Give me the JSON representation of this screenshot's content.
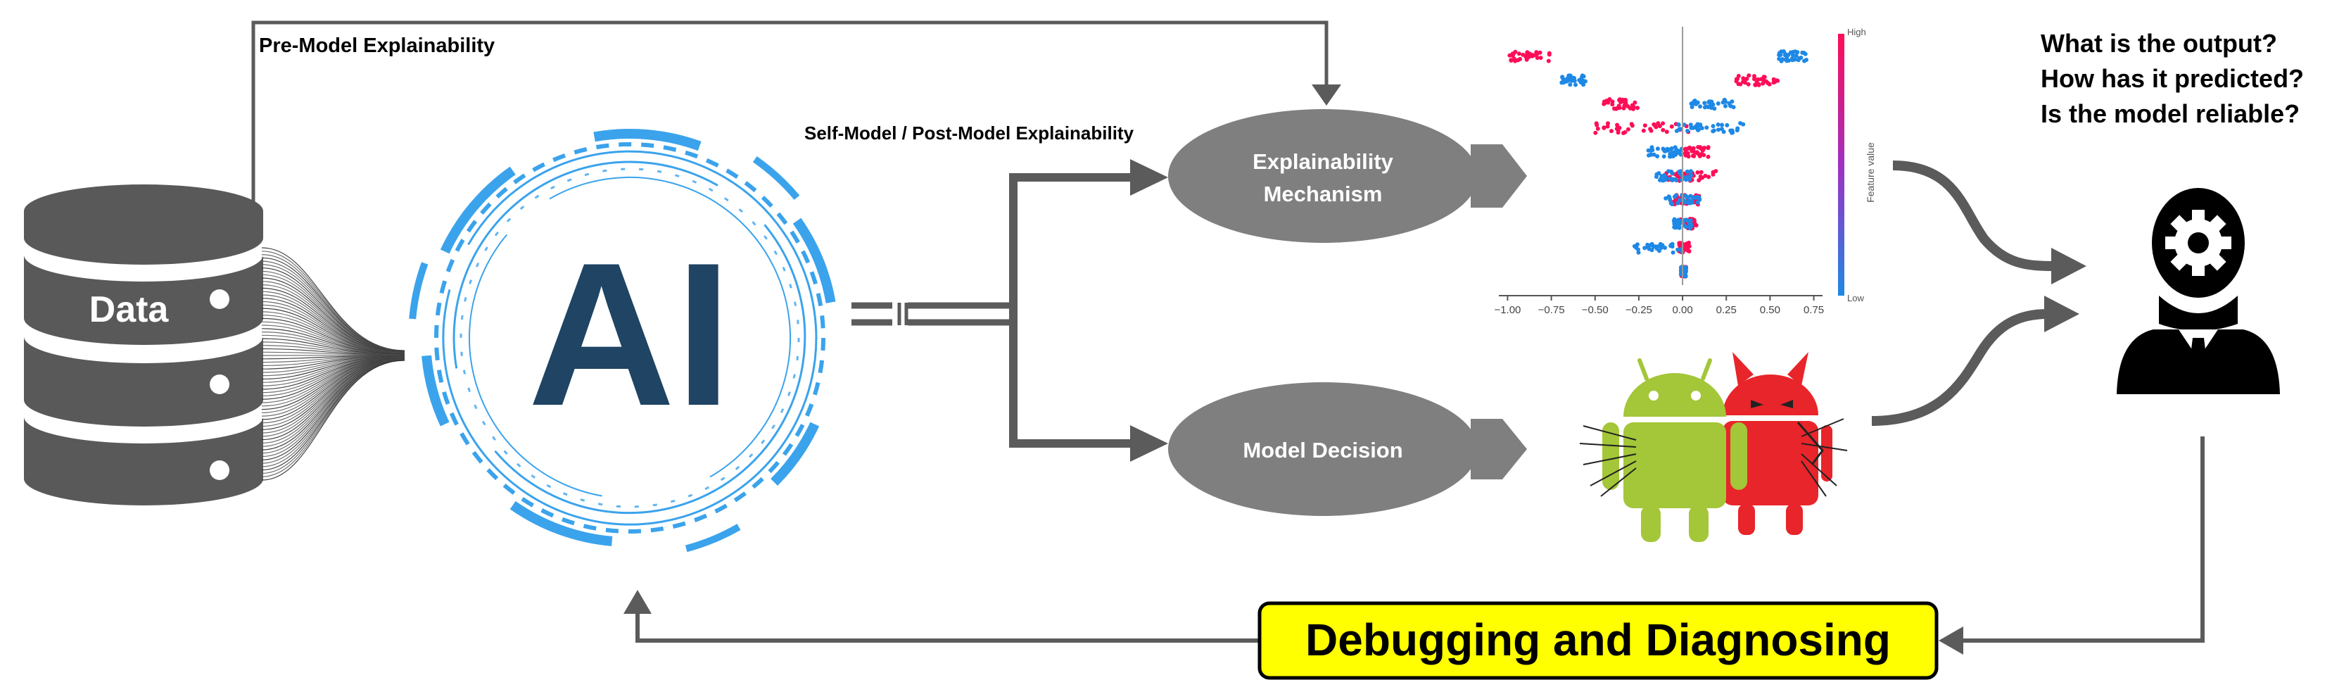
{
  "labels": {
    "pre_model": "Pre-Model Explainability",
    "self_post_model": "Self-Model / Post-Model Explainability",
    "data": "Data",
    "ai": "AI",
    "explainability_line1": "Explainability",
    "explainability_line2": "Mechanism",
    "model_decision": "Model Decision",
    "debugging": "Debugging and Diagnosing"
  },
  "questions": [
    "What is the output?",
    "How has it predicted?",
    "Is the model reliable?"
  ],
  "shap_plot": {
    "x_ticks": [
      "−1.00",
      "−0.75",
      "−0.50",
      "−0.25",
      "0.00",
      "0.25",
      "0.50",
      "0.75"
    ],
    "x_tick_values": [
      -1.0,
      -0.75,
      -0.5,
      -0.25,
      0.0,
      0.25,
      0.5,
      0.75
    ],
    "xlim": [
      -1.05,
      0.8
    ],
    "colorbar_label": "Feature value",
    "colorbar_high": "High",
    "colorbar_low": "Low",
    "rows": [
      {
        "pink": [
          -1.0,
          -0.75
        ],
        "blue": [
          0.55,
          0.72
        ]
      },
      {
        "pink": [
          0.3,
          0.55
        ],
        "blue": [
          -0.7,
          -0.55
        ]
      },
      {
        "pink": [
          -0.45,
          -0.25
        ],
        "blue": [
          0.05,
          0.3
        ]
      },
      {
        "pink": [
          -0.5,
          0.05
        ],
        "blue": [
          -0.05,
          0.35
        ]
      },
      {
        "pink": [
          0.0,
          0.15
        ],
        "blue": [
          -0.2,
          0.0
        ]
      },
      {
        "pink": [
          -0.1,
          0.2
        ],
        "blue": [
          -0.15,
          0.05
        ]
      },
      {
        "pink": [
          -0.05,
          0.1
        ],
        "blue": [
          -0.1,
          0.1
        ]
      },
      {
        "pink": [
          -0.03,
          0.08
        ],
        "blue": [
          -0.05,
          0.05
        ]
      },
      {
        "pink": [
          -0.02,
          0.04
        ],
        "blue": [
          -0.3,
          0.0
        ]
      },
      {
        "pink": [
          -0.01,
          0.02
        ],
        "blue": [
          -0.01,
          0.02
        ]
      }
    ]
  },
  "colors": {
    "arrow_gray": "#5b5b5b",
    "ellipse_gray": "#7f7f7f",
    "db_gray": "#595959",
    "ai_navy": "#1f4464",
    "ai_ring_blue": "#3ba3ec",
    "debug_yellow": "#ffff00",
    "android_green": "#a4c639",
    "devil_red": "#e8252a",
    "shap_pink": "#ff0d57",
    "shap_blue": "#1e88e5"
  }
}
